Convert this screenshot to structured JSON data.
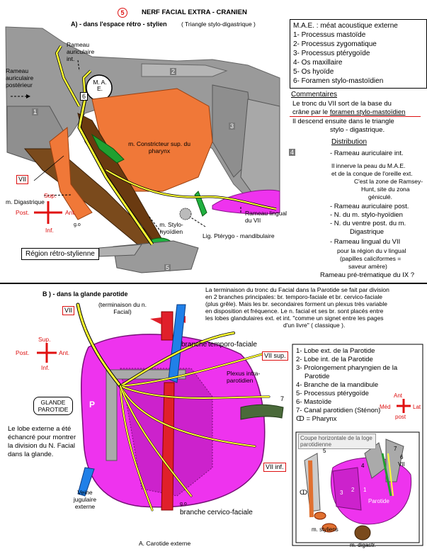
{
  "header": {
    "section_number": "5",
    "title": "NERF FACIAL EXTRA - CRANIEN"
  },
  "section_a": {
    "title": "A) - dans l'espace rétro - stylien",
    "subtitle": "( Triangle stylo-digastrique )",
    "legend": [
      "M.A.E. : méat acoustique externe",
      "1- Processus mastoïde",
      "2- Processus zygomatique",
      "3- Processus ptérygoïde",
      "4- Os maxillaire",
      "5- Os hyoïde",
      "6- Foramen stylo-mastoïdien"
    ],
    "commentaires_title": "Commentaires",
    "commentaires_lines": [
      "Le tronc du VII sort de la  base du",
      "crâne par le",
      "foramen stylo-mastoïdien",
      "Il descend  ensuite  dans le triangle",
      "stylo -  digastrique."
    ],
    "distribution_title": "Distribution",
    "distribution": [
      "- Rameau auriculaire int.",
      "Il innerve la peau du M.A.E.",
      "et de la conque de l'oreille ext.",
      "C'est la zone de Ramsey-",
      "Hunt, site du zona",
      "géniculé.",
      "- Rameau auriculaire  post.",
      "- N. du m. stylo-hyoïdien",
      "- N. du ventre post. du m.",
      "Digastrique",
      "- Rameau lingual du VII",
      "pour la région du v lingual",
      "(papilles caliciformes =",
      "saveur amère)",
      "Rameau pré-trématique du IX  ?"
    ],
    "labels": {
      "rameau_aur_post": "Rameau auriculaire postérieur",
      "rameau_aur_int": "Rameau auriculaire int.",
      "mae": "M. A. E.",
      "constricteur": "m. Constricteur sup. du pharynx",
      "vii": "VII",
      "digastrique": "m. Digastrique",
      "stylohyoidien": "m. Stylo-hyoïdien",
      "rameau_lingual": "Rameau lingual du VII",
      "lig_pterygo": "Lig. Ptérygo - mandibulaire",
      "region": "Région rétro-stylienne",
      "sup": "Sup.",
      "inf": "Inf.",
      "post": "Post.",
      "ant": "Ant.",
      "signature": "g.o"
    },
    "bone_numbers": [
      "1",
      "2",
      "3",
      "4",
      "5",
      "6"
    ]
  },
  "section_b": {
    "title": "B ) - dans la glande parotide",
    "intro": [
      "La terminaison du tronc du Facial dans la Parotide se fait par division",
      "en 2 branches principales: br. temporo-faciale et br. cervico-faciale",
      "(plus grêle). Mais les br. secondaires forment un plexus très variable",
      "en disposition et fréquence.  Le n. facial et ses br. sont placés entre",
      "les lobes glandulaires ext. et int. \"comme un signet entre les pages",
      "d'un livre\" ( classique )."
    ],
    "labels": {
      "vii": "VII",
      "terminaison": "(terminaison du n. Facial)",
      "branche_tf": "branche",
      "temporo_faciale": "temporo-faciale",
      "vii_sup": "VII sup.",
      "plexus": "Plexus intra- parotidien",
      "seven": "7",
      "glande": "GLANDE PAROTIDE",
      "p": "P",
      "lobe_note": "Le lobe externe a été échancré pour montrer la division du N. Facial dans la glande.",
      "veine": "Veine jugulaire externe",
      "vii_inf": "VII inf.",
      "branche_cf": "branche cervico-faciale",
      "carotide": "A. Carotide externe",
      "sup": "Sup.",
      "inf": "Inf.",
      "post": "Post.",
      "ant": "Ant.",
      "signature": "g.o"
    },
    "legend": [
      "1- Lobe ext. de la Parotide",
      "2- Lobe int. de la Parotide",
      "3- Prolongement pharyngien de la",
      "Parotide",
      "4- Branche de la mandibule",
      "5- Processus ptérygoïde",
      "6- Mastoïde",
      "7- Canal parotidien (Sténon)",
      "= Pharynx"
    ],
    "inset": {
      "title": "Coupe horizontale de la loge parotidienne",
      "ant": "Ant",
      "med": "Méd",
      "lat": "Lat",
      "post": "post",
      "vii": "VII",
      "parotide": "Parotide",
      "m_styliens": "m. styliens",
      "m_digastr": "m. digastr.",
      "nums": [
        "1",
        "2",
        "3",
        "4",
        "5",
        "6",
        "7"
      ]
    }
  },
  "colors": {
    "bone": "#9a9a9a",
    "muscle_brown": "#7a4a1c",
    "constrictor": "#f07838",
    "nerve": "#ffff33",
    "parotid": "#ee33ee",
    "artery": "#e0202a",
    "vein": "#2080e8",
    "duct": "#4a6a3a",
    "accent_red": "#d11111"
  }
}
